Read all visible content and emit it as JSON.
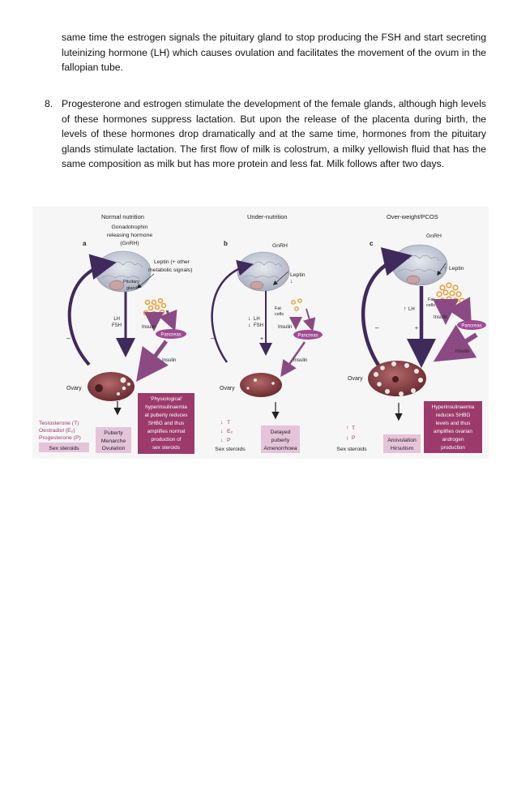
{
  "page": {
    "para_cont": "same time the estrogen signals the pituitary gland to stop producing the FSH and start secreting luteinizing hormone (LH) which causes ovulation and facilitates the movement of the ovum in the fallopian tube.",
    "item8_number": "8.",
    "item8_text": "Progesterone and estrogen stimulate the development of the female glands, although high levels of these hormones suppress lactation.  But upon the release of the placenta during birth, the levels of these hormones drop dramatically and at the same time, hormones from the pituitary glands stimulate lactation.  The first flow of milk is colostrum, a milky yellowish fluid that has the same composition as milk but has more protein and less fat.  Milk follows after two days."
  },
  "figure": {
    "panel_a": {
      "title": "Normal nutrition",
      "letter": "a",
      "gnrh": [
        "Gonadotrophin",
        "releasing hormone",
        "(GnRH)"
      ],
      "leptin": [
        "Leptin (+ other",
        "metabolic signals)"
      ],
      "pituitary": [
        "Pituitary",
        "gland"
      ],
      "lh": "LH",
      "fsh": "FSH",
      "insulin_top": "Insulin",
      "pancreas": "Pancreas",
      "insulin_bottom": "Insulin",
      "minus": "–",
      "plus": "+",
      "ovary": "Ovary",
      "steroids": [
        "Testosterone (T)",
        "Oestradiol (E₂)",
        "Progesterone (P)"
      ],
      "sex_steroids": "Sex steroids",
      "outcome": [
        "Puberty",
        "Menarche",
        "Ovulation"
      ],
      "hyper_box": [
        "'Physiological'",
        "hyperinsulinaemia",
        "at puberty reduces",
        "SHBG and thus",
        "amplifies normal",
        "production of",
        "sex steroids"
      ]
    },
    "panel_b": {
      "title": "Under-nutrition",
      "letter": "b",
      "gnrh": "GnRH",
      "leptin": "Leptin",
      "fat_cells": [
        "Fat",
        "cells"
      ],
      "lh": "LH",
      "fsh": "FSH",
      "insulin_top": "Insulin",
      "pancreas": "Pancreas",
      "insulin_bottom": "Insulin",
      "minus": "–",
      "plus": "+",
      "ovary": "Ovary",
      "steroids": [
        "T",
        "E₂",
        "P"
      ],
      "sex_steroids": "Sex steroids",
      "outcome": [
        "Delayed",
        "puberty",
        "Amenorrhoea"
      ]
    },
    "panel_c": {
      "title": "Over-weight/PCOS",
      "letter": "c",
      "gnrh": "GnRH",
      "leptin": "Leptin",
      "fat_cells": [
        "Fat",
        "cells"
      ],
      "lh": "LH",
      "insulin_top": "Insulin",
      "pancreas": "Pancreas",
      "insulin_bottom": "Insulin",
      "minus": "–",
      "plus": "+",
      "ovary": "Ovary",
      "steroids": [
        "T",
        "P"
      ],
      "sex_steroids": "Sex steroids",
      "outcome": [
        "Anovulation",
        "Hirsutism"
      ],
      "hyper_box": [
        "Hyperinsulinaemia",
        "reduces SHBG",
        "levels and thus",
        "amplifies ovarian",
        "androgen",
        "production"
      ]
    },
    "colors": {
      "arrow_dark": "#3f2a5c",
      "arrow_purple": "#8b4a83",
      "pancreas": "#a04a94",
      "hyper_box": "#9c3a6c",
      "outcome_box": "#e5c4d9",
      "ovary": "#7a3a3c",
      "fat_cell": "#e8a13b"
    }
  }
}
